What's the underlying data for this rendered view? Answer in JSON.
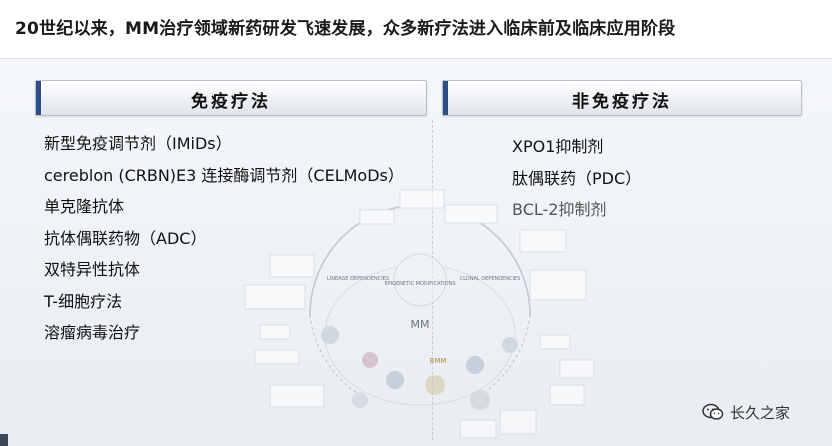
{
  "slide": {
    "title": "20世纪以来，MM治疗领域新药研发飞速发展，众多新疗法进入临床前及临床应用阶段",
    "left_panel": {
      "header": "免疫疗法",
      "items": [
        "新型免疫调节剂（IMiDs）",
        "cereblon (CRBN)E3 连接酶调节剂（CELMoDs）",
        "单克隆抗体",
        "抗体偶联药物（ADC）",
        "双特异性抗体",
        "T-细胞疗法",
        "溶瘤病毒治疗"
      ]
    },
    "right_panel": {
      "header": "非免疫疗法",
      "items": [
        "XPO1抑制剂",
        "肽偶联药（PDC）",
        "BCL-2抑制剂"
      ]
    },
    "diagram": {
      "center_label": "MM",
      "left_arc": "LINEAGE DEPENDENCIES",
      "right_arc": "CLONAL DEPENDENCIES",
      "top_label": "EPIGENETIC MODIFICATIONS",
      "bottom_label": "BMM"
    },
    "watermark": {
      "text": "长久之家",
      "icon": "wechat-icon"
    }
  },
  "colors": {
    "accent": "#2b4f86",
    "title": "#1a1a1a"
  }
}
